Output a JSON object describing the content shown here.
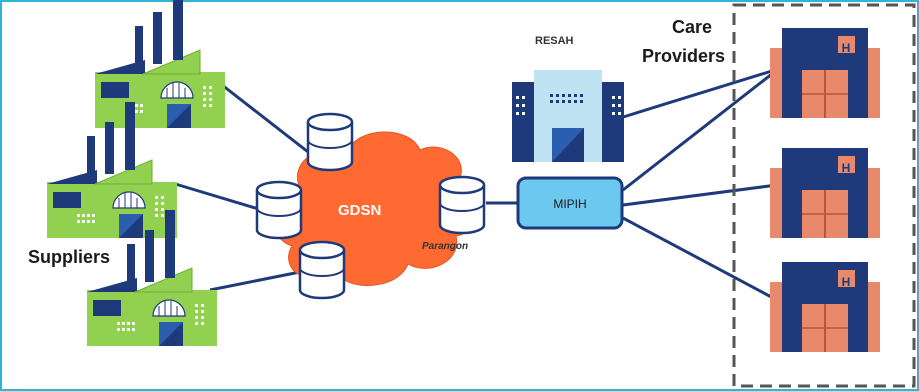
{
  "labels": {
    "suppliers": "Suppliers",
    "care_providers_line1": "Care",
    "care_providers_line2": "Providers",
    "gdsn": "GDSN",
    "parangon": "Parangon",
    "mipih": "MIPIH",
    "resah": "RESAH",
    "hospital_sign": "H"
  },
  "colors": {
    "frame_border": "#2eb6d6",
    "factory_green": "#92d050",
    "navy": "#1f3a7a",
    "cloud_orange": "#ff6a33",
    "mipih_blue": "#6cc8ee",
    "hospital_salmon": "#e8896c",
    "resah_light": "#bfe3f2",
    "dashed_border": "#555555"
  },
  "icons": {
    "factory": "factory-icon",
    "database": "database-icon",
    "hospital": "hospital-icon",
    "office": "office-building-icon",
    "cloud": "cloud-icon"
  }
}
